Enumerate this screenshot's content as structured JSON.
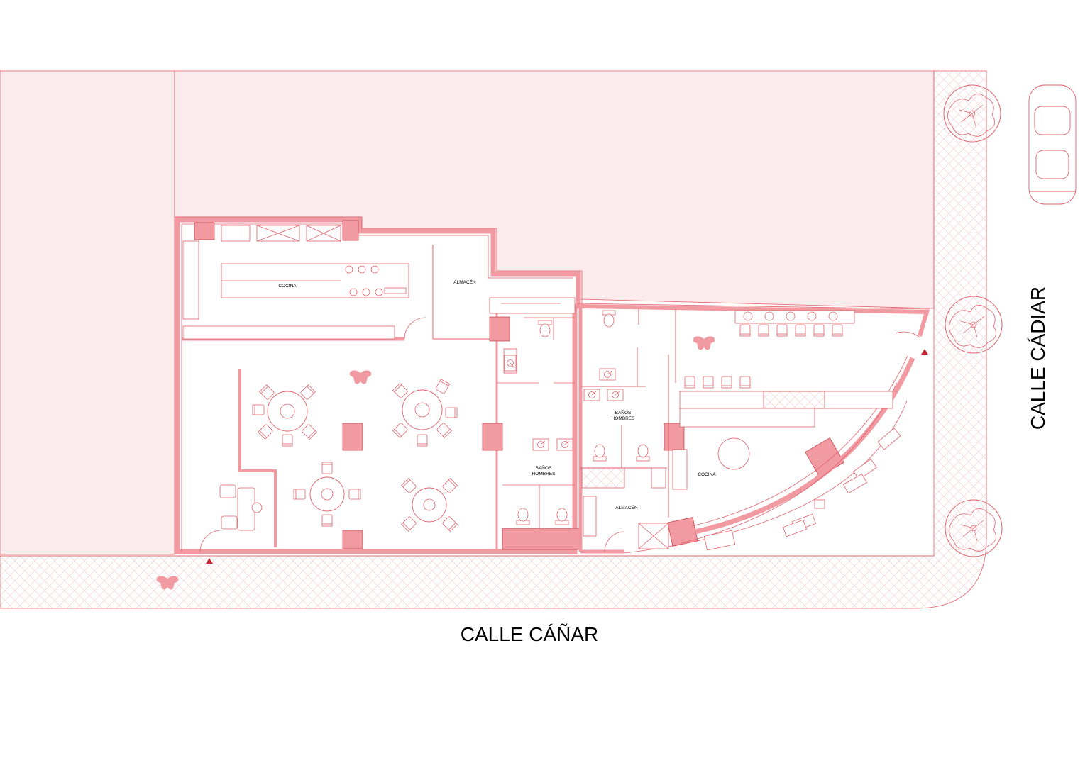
{
  "colors": {
    "line": "#e0606a",
    "wall_fill": "#f19aa2",
    "neighbor_fill": "#fcebed",
    "sidewalk_hatch": "#f3c9cd",
    "label": "#000000",
    "marker": "#c8262e"
  },
  "streets": {
    "bottom": "CALLE CÁÑAR",
    "right": "CALLE CÁDIAR"
  },
  "rooms": {
    "cocina_left": "COCINA",
    "almacen_top": "ALMACÉN",
    "banos_left_line1": "BAÑOS",
    "banos_left_line2": "HOMBRES",
    "banos_right_line1": "BAÑOS",
    "banos_right_line2": "HOMBRES",
    "cocina_right": "COCINA",
    "almacen_bottom": "ALMACÉN"
  },
  "icons": [
    "tree-icon",
    "car-icon",
    "person-icon",
    "entrance-marker-icon",
    "round-table-icon",
    "chair-icon",
    "toilet-icon",
    "sink-icon"
  ]
}
